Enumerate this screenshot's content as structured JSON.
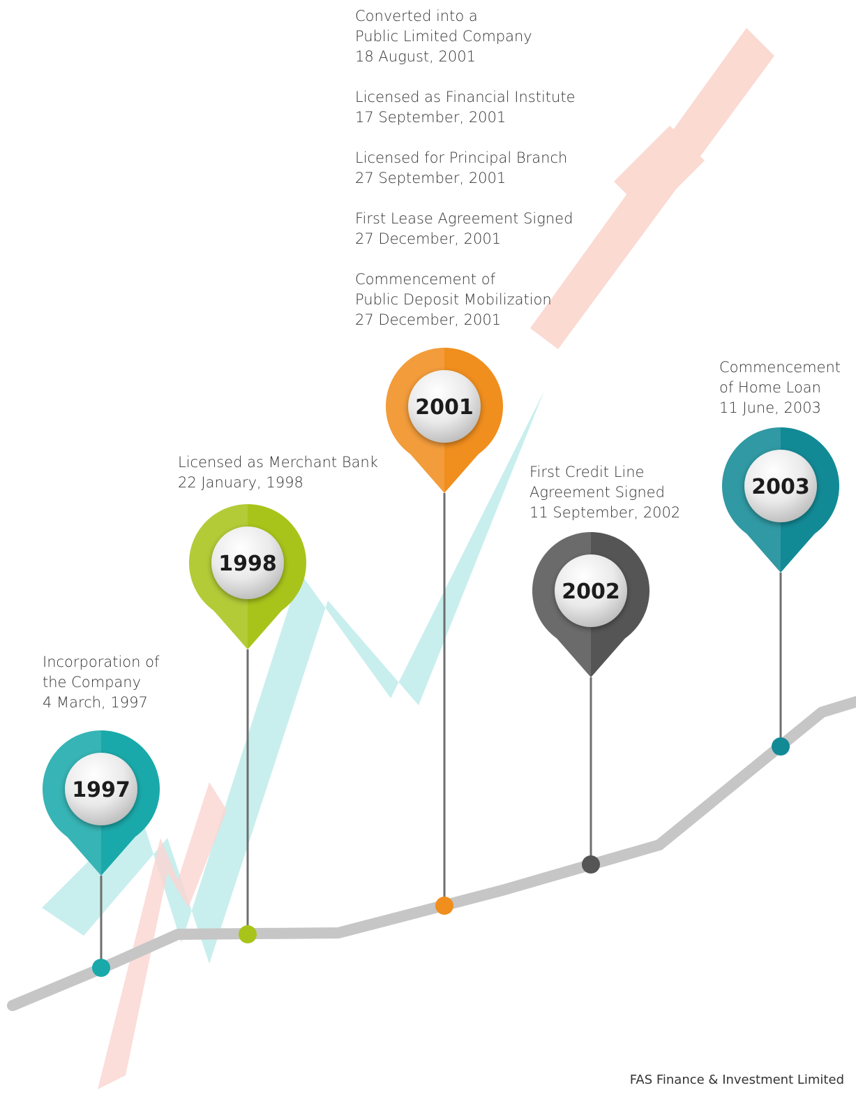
{
  "milestones": [
    {
      "year": "1997",
      "color": "#1aa9aa",
      "lines": [
        "Incorporation of",
        "the Company",
        "4 March, 1997"
      ]
    },
    {
      "year": "1998",
      "color": "#a8c41a",
      "lines": [
        "Licensed as Merchant Bank",
        "22 January, 1998"
      ]
    },
    {
      "year": "2001",
      "color": "#f08e1e",
      "events": [
        [
          "Converted into a",
          "Public Limited Company",
          "18 August, 2001"
        ],
        [
          "Licensed as Financial Institute",
          "17 September, 2001"
        ],
        [
          "Licensed for Principal Branch",
          "27 September, 2001"
        ],
        [
          "First Lease Agreement Signed",
          "27 December, 2001"
        ],
        [
          "Commencement of",
          "Public Deposit Mobilization",
          "27 December, 2001"
        ]
      ]
    },
    {
      "year": "2002",
      "color": "#555555",
      "lines": [
        "First Credit Line",
        "Agreement Signed",
        "11 September, 2002"
      ]
    },
    {
      "year": "2003",
      "color": "#128a96",
      "lines": [
        "Commencement",
        "of Home Loan",
        "11 June, 2003"
      ]
    }
  ],
  "footer": "FAS Finance & Investment Limited"
}
